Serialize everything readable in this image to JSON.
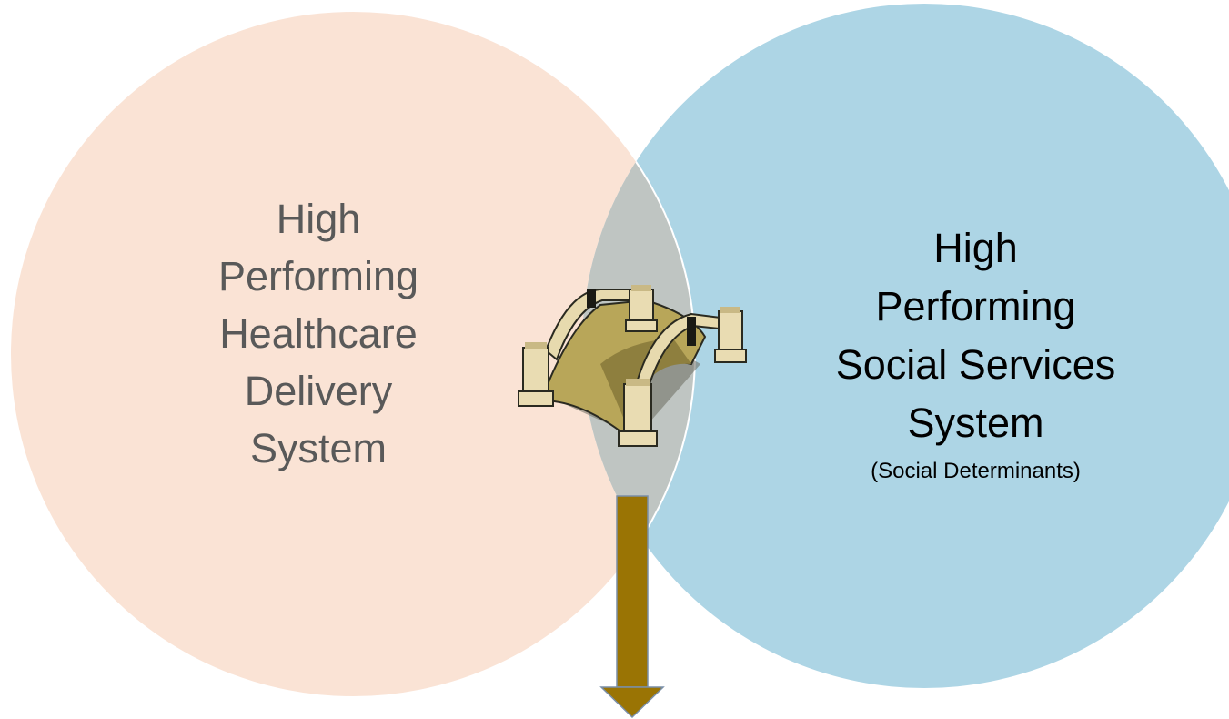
{
  "diagram": {
    "left_circle": {
      "lines": [
        "High",
        "Performing",
        "Healthcare",
        "Delivery",
        "System"
      ],
      "color": "#FAE3D5"
    },
    "right_circle": {
      "lines": [
        "High",
        "Performing",
        "Social Services",
        "System"
      ],
      "subtitle": "(Social Determinants)",
      "color": "#ADD5E5"
    },
    "overlap_color": "#BFC5C2",
    "bridge_icon": "bridge-icon",
    "arrow": {
      "direction": "down",
      "color": "#9A7404"
    }
  }
}
